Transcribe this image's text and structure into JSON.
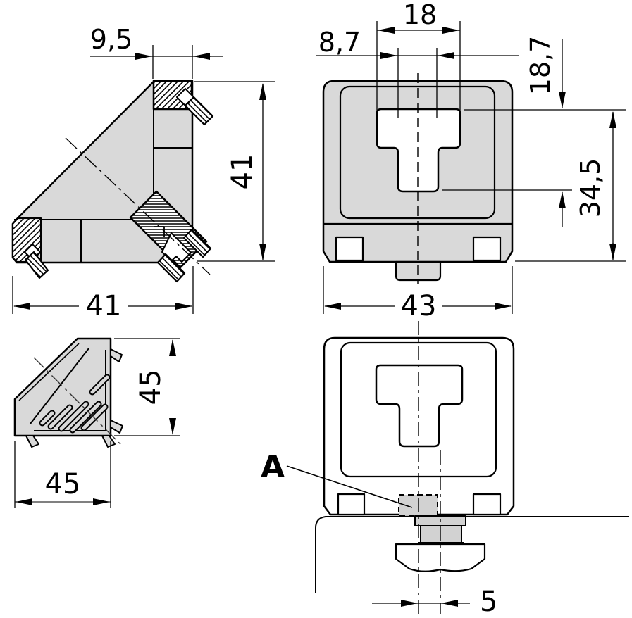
{
  "colors": {
    "body": "#d9d9d9",
    "screw": "#d2d2d2",
    "line": "#000000",
    "background": "#ffffff"
  },
  "views": {
    "side_section": {
      "dims": {
        "flange_width": "9,5",
        "height": "41",
        "width": "41"
      }
    },
    "front": {
      "dims": {
        "slot_width": "18",
        "stem_width": "8,7",
        "slot_height": "18,7",
        "slot_to_base": "34,5",
        "width": "43"
      }
    },
    "rear": {
      "dims": {
        "height": "45",
        "width": "45"
      }
    },
    "installed": {
      "detail_label": "A",
      "dims": {
        "screw_offset": "5"
      }
    }
  }
}
